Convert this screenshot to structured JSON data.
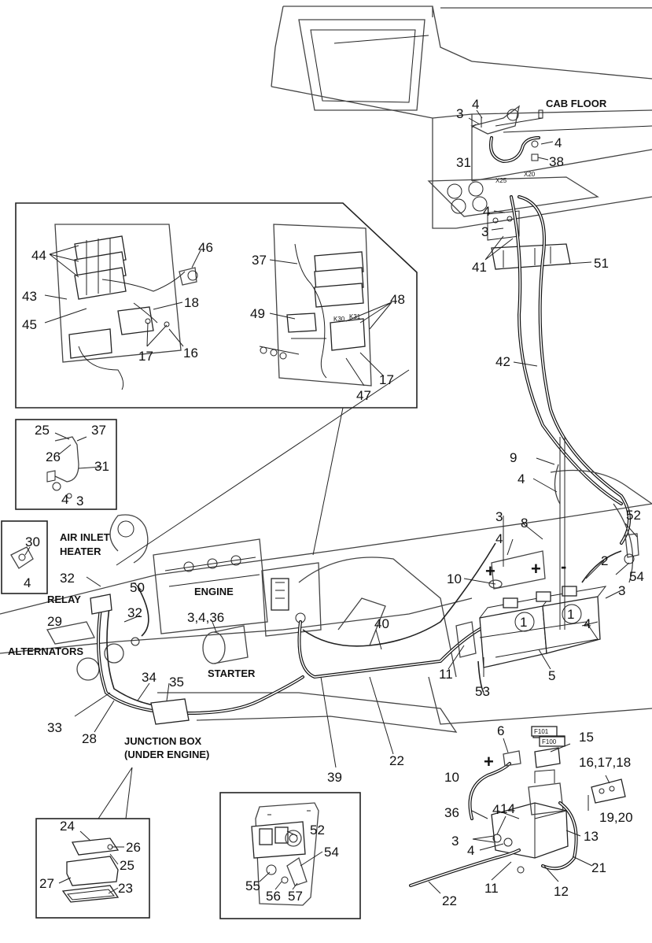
{
  "captions": {
    "cab_floor": "CAB FLOOR",
    "air_inlet_heater_1": "AIR INLET",
    "air_inlet_heater_2": "HEATER",
    "engine": "ENGINE",
    "relay": "RELAY",
    "alternators": "ALTERNATORS",
    "starter": "STARTER",
    "junction_box_1": "JUNCTION BOX",
    "junction_box_2": "(UNDER ENGINE)"
  },
  "connector_tags": {
    "x25": "X25",
    "x20": "X20",
    "k30": "K30",
    "k31": "K31"
  },
  "fuse_tags": {
    "f101": "F101",
    "f100": "F100"
  },
  "polarity": {
    "plus": "+",
    "minus": "-"
  },
  "battery_marks": {
    "one": "1"
  },
  "callouts": {
    "c3": "3",
    "c4": "4",
    "c31": "31",
    "c38": "38",
    "c41": "41",
    "c51": "51",
    "c42": "42",
    "c44": "44",
    "c46": "46",
    "c43": "43",
    "c18": "18",
    "c45": "45",
    "c17": "17",
    "c16": "16",
    "c37": "37",
    "c48": "48",
    "c49": "49",
    "c47": "47",
    "c25": "25",
    "c26": "26",
    "c9": "9",
    "c8": "8",
    "c52": "52",
    "c2": "2",
    "c54": "54",
    "c30": "30",
    "c32": "32",
    "c50": "50",
    "c10": "10",
    "c29": "29",
    "c3436": "3,4,36",
    "c40": "40",
    "c11": "11",
    "c53": "53",
    "c5": "5",
    "c34": "34",
    "c35": "35",
    "c33": "33",
    "c28": "28",
    "c22": "22",
    "c39": "39",
    "c6": "6",
    "c15": "15",
    "c161718": "16,17,18",
    "c14": "14",
    "c36": "36",
    "c1920": "19,20",
    "c13": "13",
    "c21": "21",
    "c12": "12",
    "c24": "24",
    "c27": "27",
    "c23": "23",
    "c55": "55",
    "c56": "56",
    "c57": "57"
  }
}
